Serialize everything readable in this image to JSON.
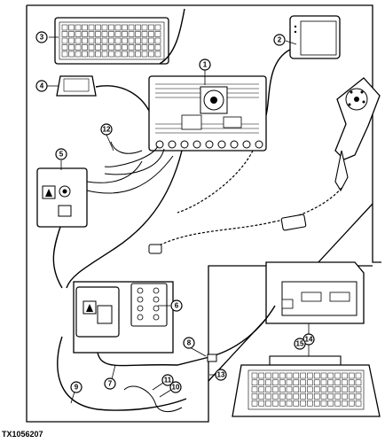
{
  "figure_id": "TX1056207",
  "callouts": [
    "1",
    "2",
    "3",
    "4",
    "5",
    "6",
    "7",
    "8",
    "9",
    "10",
    "11",
    "12",
    "13",
    "14",
    "15"
  ]
}
